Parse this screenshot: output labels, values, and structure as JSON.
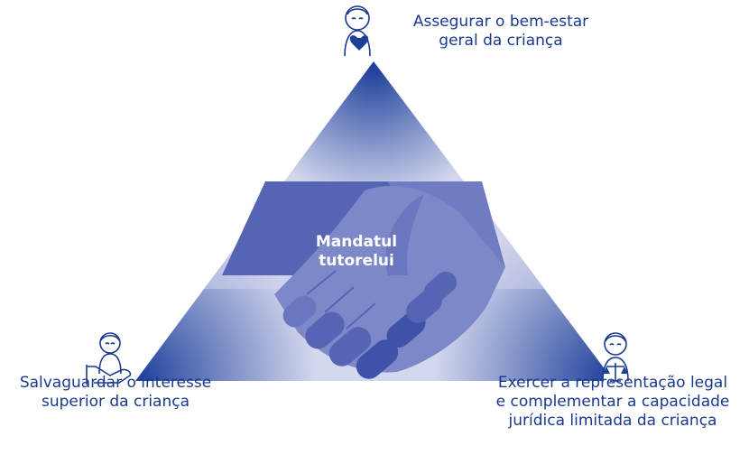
{
  "center": {
    "line1": "Mandatul",
    "line2": "tutorelui"
  },
  "roles": {
    "top": {
      "icon": "child-with-heart-icon",
      "line1": "Assegurar o bem-estar",
      "line2": "geral da criança"
    },
    "left": {
      "icon": "child-with-hand-icon",
      "line1": "Salvaguardar o interesse",
      "line2": "superior da criança"
    },
    "right": {
      "icon": "child-with-scales-icon",
      "line1": "Exercer a representação legal",
      "line2": "e complementar a capacidade",
      "line3": "jurídica limitada da criança"
    }
  },
  "colors": {
    "dark_blue": "#1d3f9a",
    "text_blue": "#1a3a8f",
    "light_lavender": "#d4d8ee",
    "hand_left": "#5565b4",
    "hand_right": "#7c88c8"
  }
}
